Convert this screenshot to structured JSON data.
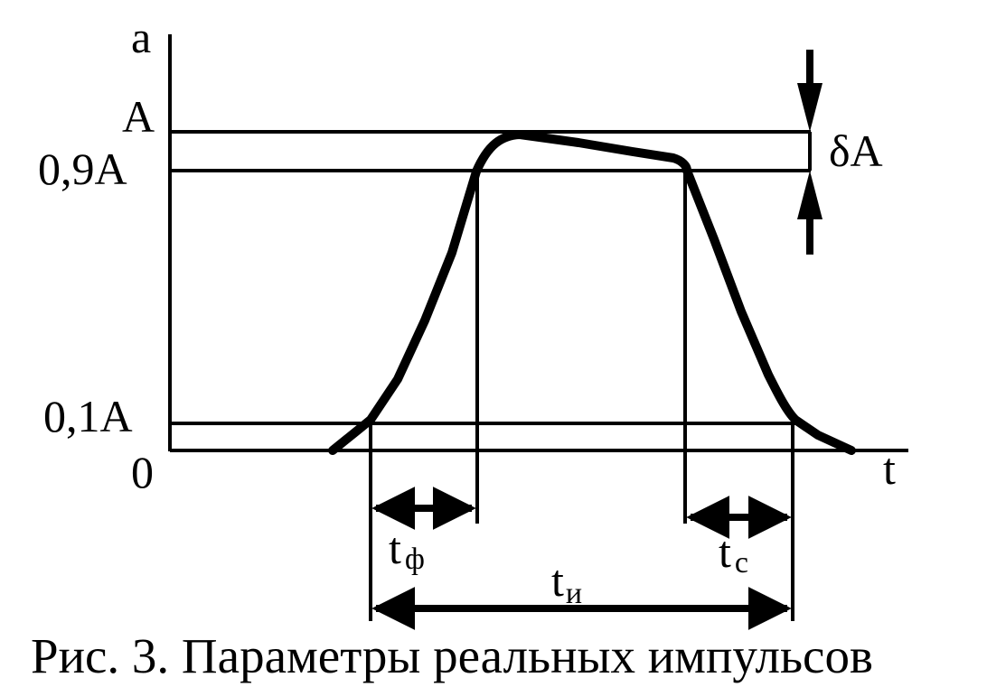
{
  "labels": {
    "y_axis": "a",
    "x_axis": "t",
    "level_a": "A",
    "level_09a": "0,9A",
    "level_01a": "0,1A",
    "level_0": "0",
    "delta_a": "δA",
    "t_letter": "t",
    "t_front_sub": "ф",
    "t_pulse_sub": "и",
    "t_fall_sub": "с"
  },
  "caption": "Рис. 3. Параметры реальных импульсов",
  "colors": {
    "ink": "#000000",
    "background": "#ffffff"
  }
}
